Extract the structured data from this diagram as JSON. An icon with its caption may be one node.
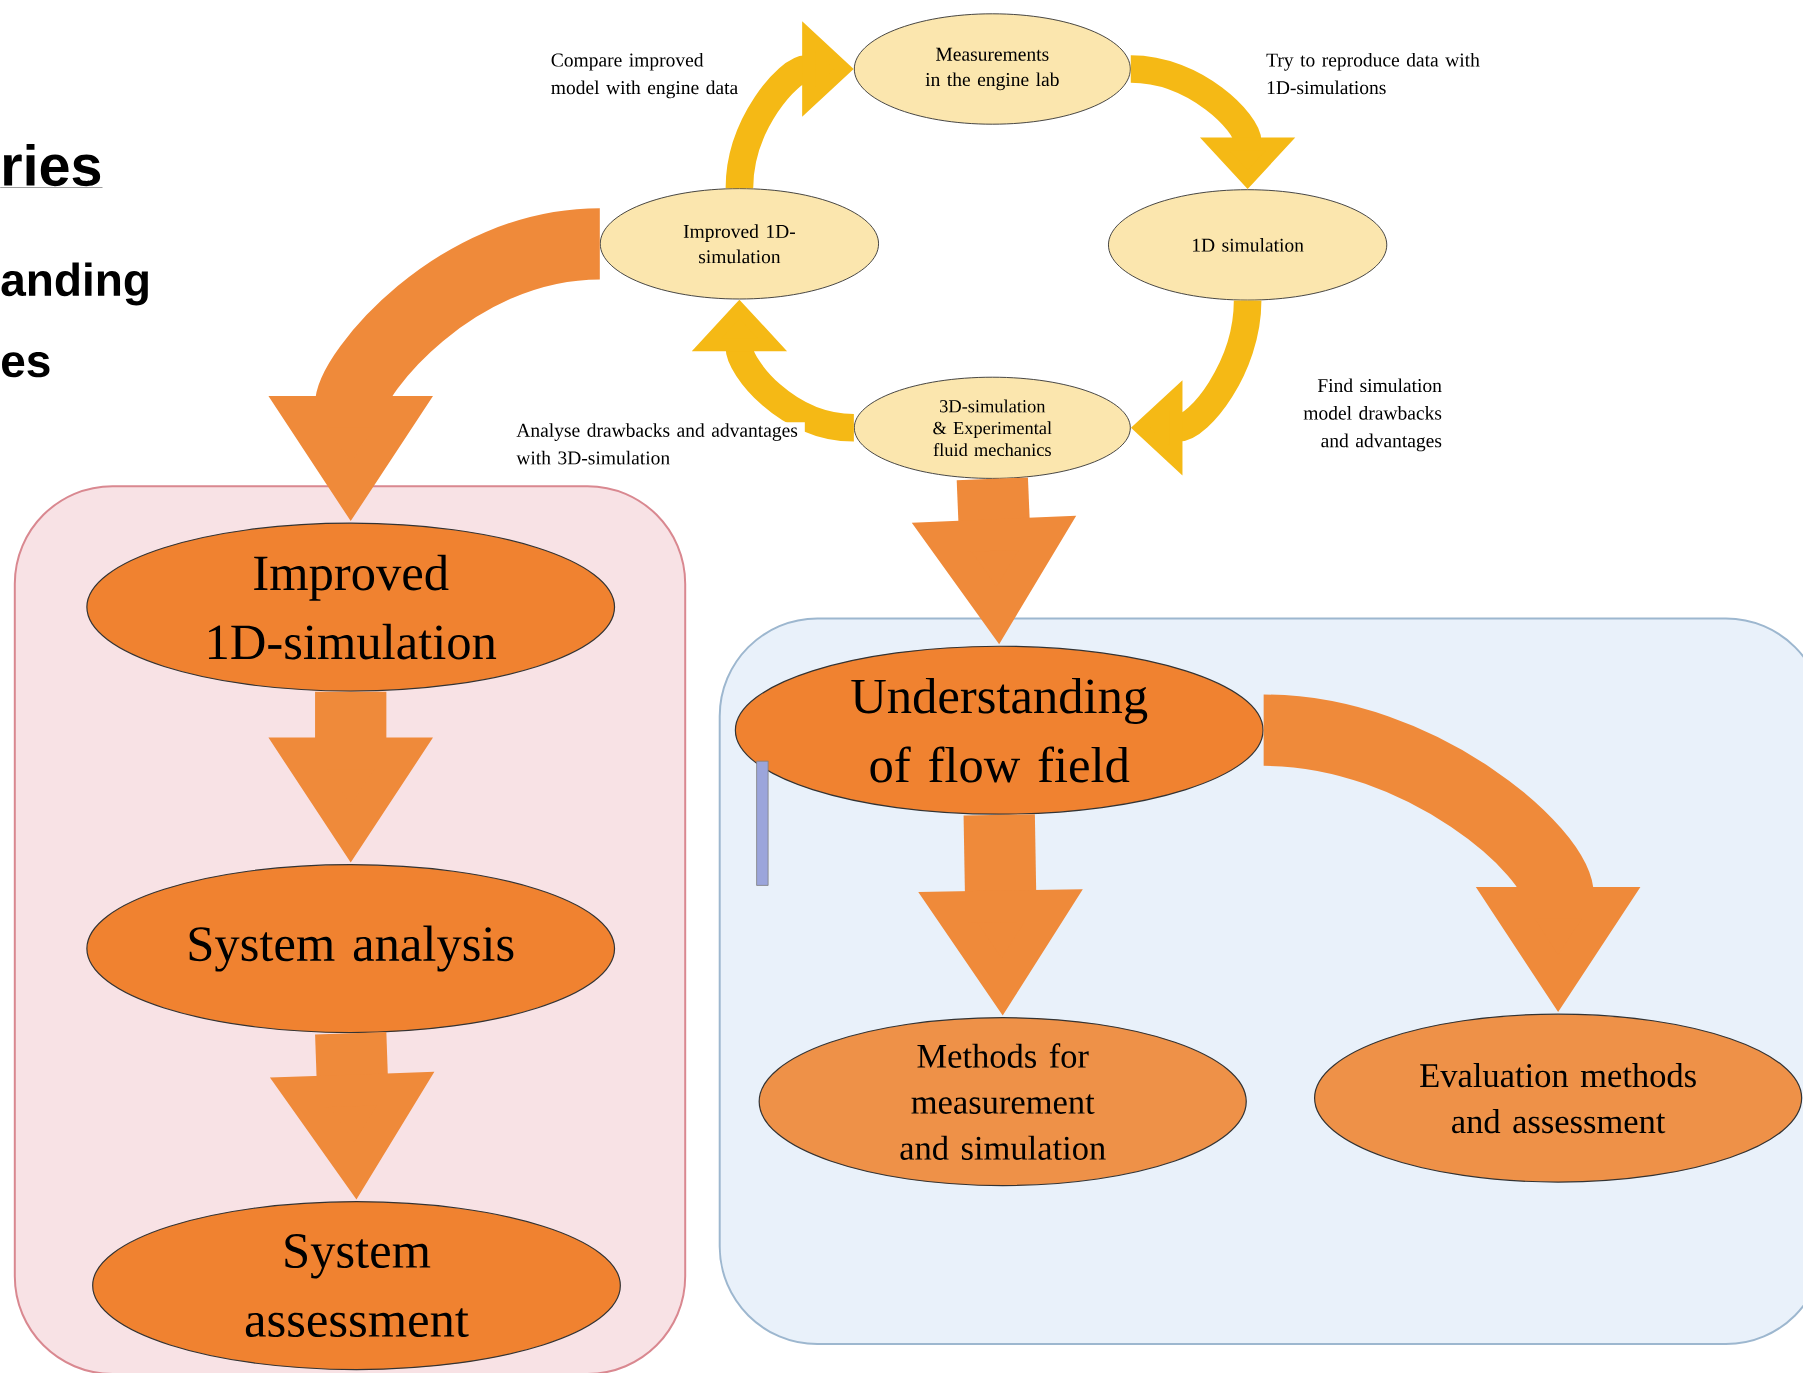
{
  "diagram": {
    "nodes": [
      {
        "text": [],
        "shape": "box"
      },
      {
        "text": [],
        "shape": "box"
      },
      {
        "text": [
          "Measurements in the engine lab"
        ]
      },
      {
        "text": [
          "1D simulation"
        ]
      },
      {
        "text": [
          "3D-simulation & Experimental fluid mechanics"
        ]
      },
      {
        "text": [
          "Improved 1D-simulation"
        ]
      },
      {
        "text": [
          "Improved 1D-simulation"
        ],
        "in": 0
      },
      {
        "text": [
          "System analysis"
        ],
        "in": 0
      },
      {
        "text": [
          "System assessment"
        ],
        "in": 0
      },
      {
        "text": [
          "Understanding of flow field"
        ],
        "in": 1
      },
      {
        "text": [
          "Methods for measurement and simulation"
        ],
        "in": 1
      },
      {
        "text": [
          "Evaluation methods and assessment"
        ],
        "in": 1
      }
    ],
    "edges": [
      {
        "from": 5,
        "to": 2,
        "arrow": "to",
        "label": "Compare improved model with engine data",
        "color": "#f5b915"
      },
      {
        "from": 2,
        "to": 3,
        "arrow": "to",
        "label": "Try to reproduce data with 1D-simulations",
        "color": "#f5b915"
      },
      {
        "from": 3,
        "to": 4,
        "arrow": "to",
        "label": "Find simulation model drawbacks and advantages",
        "color": "#f5b915"
      },
      {
        "from": 4,
        "to": 5,
        "arrow": "to",
        "label": "Analyse drawbacks and advantages with 3D-simulation",
        "color": "#f5b915"
      },
      {
        "from": 5,
        "to": 6,
        "arrow": "to"
      },
      {
        "from": 4,
        "to": 9,
        "arrow": "to"
      },
      {
        "from": 6,
        "to": 7,
        "arrow": "to"
      },
      {
        "from": 7,
        "to": 8,
        "arrow": "to"
      },
      {
        "from": 9,
        "to": 10,
        "arrow": "to"
      },
      {
        "from": 9,
        "to": 11,
        "arrow": "to"
      }
    ],
    "labels": [
      "ries",
      "anding",
      "es"
    ]
  }
}
